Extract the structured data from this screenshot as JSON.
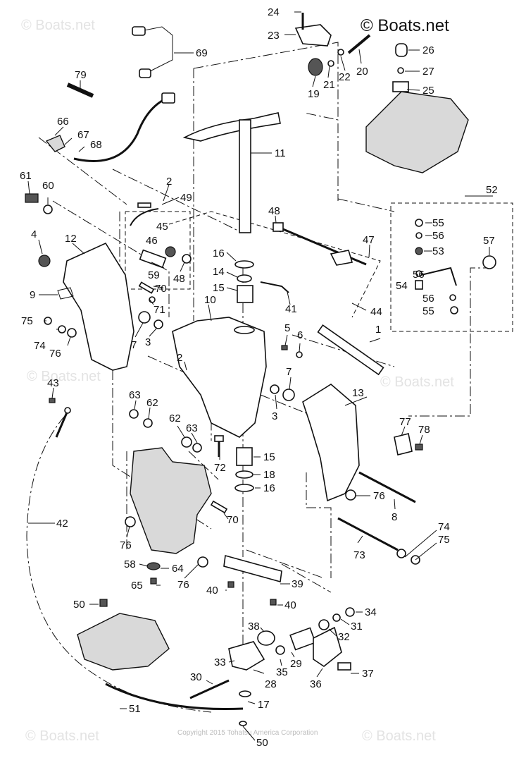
{
  "brand": "© Boats.net",
  "watermark": "© Boats.net",
  "copyright": "Copyright 2015 Tohatsu America Corporation",
  "callouts": [
    {
      "id": "c24",
      "label": "24"
    },
    {
      "id": "c23",
      "label": "23"
    },
    {
      "id": "c20",
      "label": "20"
    },
    {
      "id": "c22",
      "label": "22"
    },
    {
      "id": "c21",
      "label": "21"
    },
    {
      "id": "c19",
      "label": "19"
    },
    {
      "id": "c26",
      "label": "26"
    },
    {
      "id": "c27",
      "label": "27"
    },
    {
      "id": "c25",
      "label": "25"
    },
    {
      "id": "c69",
      "label": "69"
    },
    {
      "id": "c79",
      "label": "79"
    },
    {
      "id": "c66",
      "label": "66"
    },
    {
      "id": "c67",
      "label": "67"
    },
    {
      "id": "c68",
      "label": "68"
    },
    {
      "id": "c11",
      "label": "11"
    },
    {
      "id": "c61",
      "label": "61"
    },
    {
      "id": "c60",
      "label": "60"
    },
    {
      "id": "c2a",
      "label": "2"
    },
    {
      "id": "c49",
      "label": "49"
    },
    {
      "id": "c52",
      "label": "52"
    },
    {
      "id": "c48a",
      "label": "48"
    },
    {
      "id": "c55a",
      "label": "55"
    },
    {
      "id": "c56a",
      "label": "56"
    },
    {
      "id": "c53",
      "label": "53"
    },
    {
      "id": "c57",
      "label": "57"
    },
    {
      "id": "c4",
      "label": "4"
    },
    {
      "id": "c12",
      "label": "12"
    },
    {
      "id": "c45",
      "label": "45"
    },
    {
      "id": "c46",
      "label": "46"
    },
    {
      "id": "c47",
      "label": "47"
    },
    {
      "id": "c16a",
      "label": "16"
    },
    {
      "id": "c14",
      "label": "14"
    },
    {
      "id": "c56b",
      "label": "56"
    },
    {
      "id": "c54",
      "label": "54"
    },
    {
      "id": "c56c",
      "label": "56"
    },
    {
      "id": "c55b",
      "label": "55"
    },
    {
      "id": "c59",
      "label": "59"
    },
    {
      "id": "c48b",
      "label": "48"
    },
    {
      "id": "c15a",
      "label": "15"
    },
    {
      "id": "c70a",
      "label": "70"
    },
    {
      "id": "c9",
      "label": "9"
    },
    {
      "id": "c10",
      "label": "10"
    },
    {
      "id": "c41",
      "label": "41"
    },
    {
      "id": "c44",
      "label": "44"
    },
    {
      "id": "c71",
      "label": "71"
    },
    {
      "id": "c75a",
      "label": "75"
    },
    {
      "id": "c74a",
      "label": "74"
    },
    {
      "id": "c76a",
      "label": "76"
    },
    {
      "id": "c7a",
      "label": "7"
    },
    {
      "id": "c3a",
      "label": "3"
    },
    {
      "id": "c5",
      "label": "5"
    },
    {
      "id": "c6",
      "label": "6"
    },
    {
      "id": "c1",
      "label": "1"
    },
    {
      "id": "c2b",
      "label": "2"
    },
    {
      "id": "c43",
      "label": "43"
    },
    {
      "id": "c7b",
      "label": "7"
    },
    {
      "id": "c13",
      "label": "13"
    },
    {
      "id": "c63a",
      "label": "63"
    },
    {
      "id": "c62a",
      "label": "62"
    },
    {
      "id": "c3b",
      "label": "3"
    },
    {
      "id": "c62b",
      "label": "62"
    },
    {
      "id": "c63b",
      "label": "63"
    },
    {
      "id": "c77",
      "label": "77"
    },
    {
      "id": "c78",
      "label": "78"
    },
    {
      "id": "c15b",
      "label": "15"
    },
    {
      "id": "c72",
      "label": "72"
    },
    {
      "id": "c18",
      "label": "18"
    },
    {
      "id": "c16b",
      "label": "16"
    },
    {
      "id": "c76b",
      "label": "76"
    },
    {
      "id": "c8",
      "label": "8"
    },
    {
      "id": "c42",
      "label": "42"
    },
    {
      "id": "c70b",
      "label": "70"
    },
    {
      "id": "c76c",
      "label": "76"
    },
    {
      "id": "c74b",
      "label": "74"
    },
    {
      "id": "c75b",
      "label": "75"
    },
    {
      "id": "c73",
      "label": "73"
    },
    {
      "id": "c58",
      "label": "58"
    },
    {
      "id": "c64",
      "label": "64"
    },
    {
      "id": "c76d",
      "label": "76"
    },
    {
      "id": "c65",
      "label": "65"
    },
    {
      "id": "c40a",
      "label": "40"
    },
    {
      "id": "c39",
      "label": "39"
    },
    {
      "id": "c40b",
      "label": "40"
    },
    {
      "id": "c50a",
      "label": "50"
    },
    {
      "id": "c34",
      "label": "34"
    },
    {
      "id": "c31",
      "label": "31"
    },
    {
      "id": "c38",
      "label": "38"
    },
    {
      "id": "c32",
      "label": "32"
    },
    {
      "id": "c33",
      "label": "33"
    },
    {
      "id": "c29",
      "label": "29"
    },
    {
      "id": "c35",
      "label": "35"
    },
    {
      "id": "c28",
      "label": "28"
    },
    {
      "id": "c37",
      "label": "37"
    },
    {
      "id": "c30",
      "label": "30"
    },
    {
      "id": "c36",
      "label": "36"
    },
    {
      "id": "c51",
      "label": "51"
    },
    {
      "id": "c17",
      "label": "17"
    },
    {
      "id": "c50b",
      "label": "50"
    }
  ]
}
